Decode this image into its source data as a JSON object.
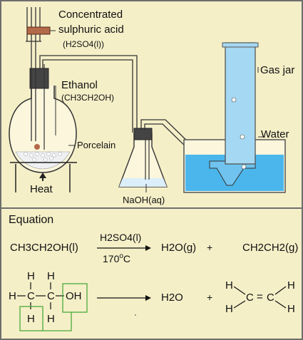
{
  "labels": {
    "acid_name_line1": "Concentrated",
    "acid_name_line2": "sulphuric acid",
    "acid_formula": "(H2SO4(l))",
    "ethanol": "Ethanol",
    "ethanol_formula": "(CH3CH2OH)",
    "porcelain": "Porcelain",
    "heat": "Heat",
    "naoh": "NaOH(aq)",
    "gas_jar": "Gas jar",
    "water": "Water"
  },
  "equation": {
    "heading": "Equation",
    "reactant": "CH3CH2OH(l)",
    "catalyst": "H2SO4(l)",
    "temperature": "170",
    "temperature_unit": "C",
    "degree": "o",
    "product1": "H2O(g)",
    "plus1": "+",
    "product2": "CH2CH2(g)"
  },
  "structural": {
    "h": "H",
    "c": "C",
    "oh": "OH",
    "bond_h": "–",
    "bond_dbl": "=",
    "product_water": "H2O",
    "plus": "+"
  },
  "colors": {
    "background": "#f5efc8",
    "border": "#6e6e6e",
    "water": "#4bb6ec",
    "gas_jar": "#a5d8f2",
    "stopper": "#444444",
    "tap": "#b36a4a",
    "highlight_box": "#4aaa3a"
  }
}
